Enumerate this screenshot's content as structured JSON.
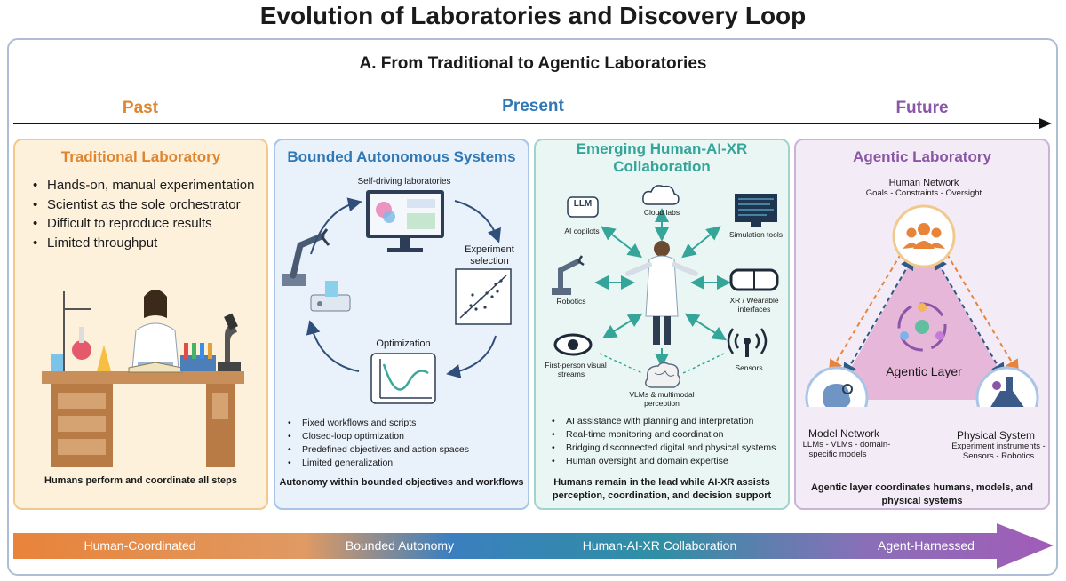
{
  "title": "Evolution of Laboratories and Discovery Loop",
  "section_title": "A. From Traditional to Agentic Laboratories",
  "eras": {
    "past": "Past",
    "present": "Present",
    "future": "Future"
  },
  "panels": {
    "traditional": {
      "title": "Traditional Laboratory",
      "bullets": [
        "Hands-on, manual experimentation",
        "Scientist as the sole orchestrator",
        "Difficult to reproduce results",
        "Limited throughput"
      ],
      "caption": "Humans perform and coordinate all steps"
    },
    "bounded": {
      "title": "Bounded Autonomous Systems",
      "labels": {
        "sdl": "Self-driving laboratories",
        "experiment": "Experiment",
        "selection": "selection",
        "optimization": "Optimization"
      },
      "bullets": [
        "Fixed workflows and scripts",
        "Closed-loop optimization",
        "Predefined objectives and action spaces",
        "Limited generalization"
      ],
      "caption": "Autonomy within bounded objectives and workflows"
    },
    "emerging": {
      "title_line1": "Emerging Human-AI-XR",
      "title_line2": "Collaboration",
      "labels": {
        "llm_icon": "LLM",
        "ai_copilots": "AI copilots",
        "cloud_labs": "Cloud labs",
        "simulation_tools": "Simulation tools",
        "robotics": "Robotics",
        "xr_line1": "XR / Wearable",
        "xr_line2": "interfaces",
        "fpv_line1": "First-person visual",
        "fpv_line2": "streams",
        "sensors": "Sensors",
        "vlm_line1": "VLMs & multimodal",
        "vlm_line2": "perception"
      },
      "bullets": [
        "AI assistance with planning and interpretation",
        "Real-time monitoring and coordination",
        "Bridging disconnected digital and physical systems",
        "Human oversight and domain expertise"
      ],
      "caption_line1": "Humans remain in the lead while AI-XR assists",
      "caption_line2": "perception, coordination, and decision support"
    },
    "agentic": {
      "title": "Agentic Laboratory",
      "human_network": "Human Network",
      "human_sub": "Goals - Constraints - Oversight",
      "agentic_layer": "Agentic Layer",
      "model_network": "Model Network",
      "model_sub1": "LLMs - VLMs - domain-",
      "model_sub2": "specific models",
      "physical_system": "Physical System",
      "physical_sub1": "Experiment instruments -",
      "physical_sub2": "Sensors - Robotics",
      "caption_line1": "Agentic layer coordinates humans, models, and",
      "caption_line2": "physical systems"
    }
  },
  "bottom_bar": {
    "labels": [
      "Human-Coordinated",
      "Bounded Autonomy",
      "Human-AI-XR Collaboration",
      "Agent-Harnessed"
    ],
    "colors": [
      "#e8833a",
      "#3b7fbf",
      "#2f8fa4",
      "#a15cb8"
    ]
  },
  "colors": {
    "past": "#e0852e",
    "present": "#2f78b5",
    "future": "#8a56a6",
    "teal": "#35a59a"
  }
}
